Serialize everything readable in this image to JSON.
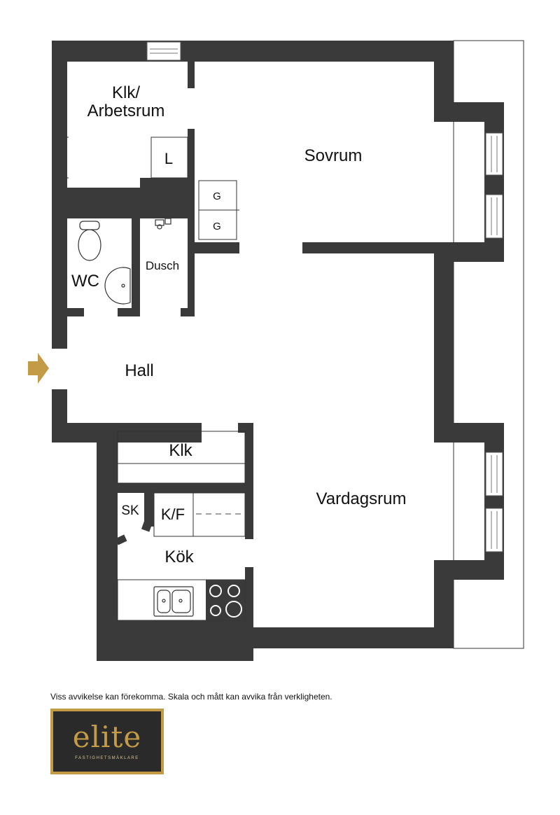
{
  "rooms": {
    "office_line1": "Klk/",
    "office_line2": "Arbetsrum",
    "bedroom": "Sovrum",
    "linen": "L",
    "wardrobe_1": "G",
    "wardrobe_2": "G",
    "wc": "WC",
    "shower": "Dusch",
    "hall": "Hall",
    "closet": "Klk",
    "living_room": "Vardagsrum",
    "storage": "SK",
    "fridge_freezer": "K/F",
    "kitchen": "Kök"
  },
  "disclaimer": "Viss avvikelse kan förekomma. Skala och mått kan avvika från verkligheten.",
  "logo": {
    "wordmark": "elite",
    "tagline": "FASTIGHETSMÄKLARE"
  },
  "colors": {
    "wall": "#3a3a3a",
    "accent_gold": "#c39b47",
    "logo_background": "#2a2a2a"
  },
  "icons": [
    "entrance-arrow-icon",
    "toilet-icon",
    "sink-icon",
    "shower-tap-icon",
    "kitchen-sink-icon",
    "stove-icon"
  ]
}
